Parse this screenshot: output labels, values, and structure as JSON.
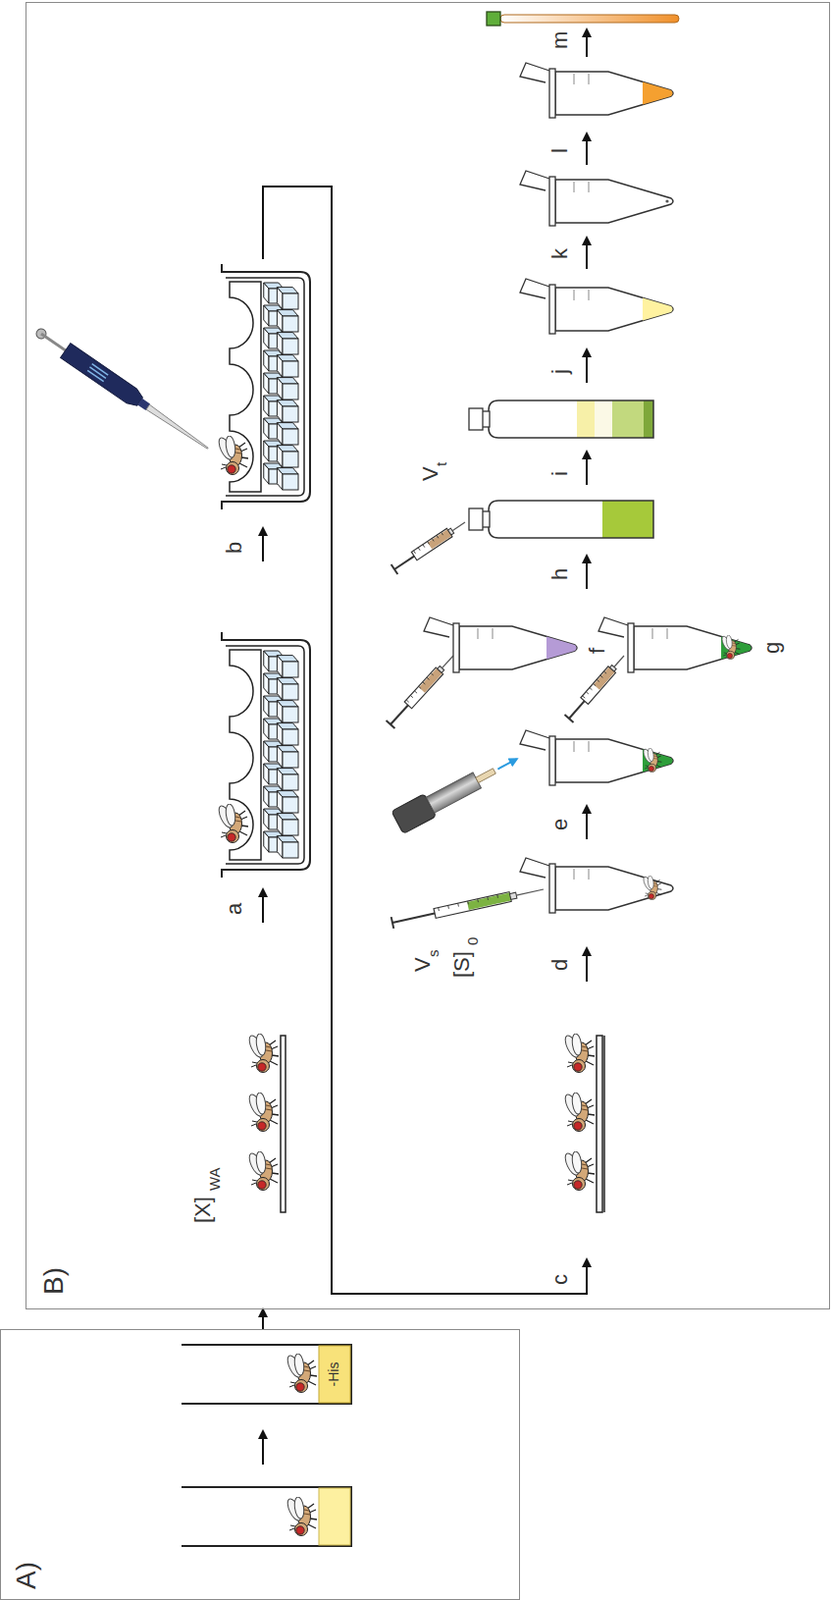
{
  "diagram": {
    "nodes": [
      {
        "text": [
          "A)"
        ]
      },
      {
        "text": [
          "B)"
        ]
      }
    ],
    "edges": [
      {
        "from": 0,
        "to": 1,
        "arrow": "to"
      }
    ],
    "labels": [
      "[X]",
      "WA",
      "a",
      "b",
      "c",
      "V",
      "s",
      "[S]",
      "0",
      "d",
      "e",
      "f",
      "g",
      "V",
      "t",
      "h",
      "i",
      "j",
      "k",
      "l",
      "m",
      "-His"
    ]
  }
}
